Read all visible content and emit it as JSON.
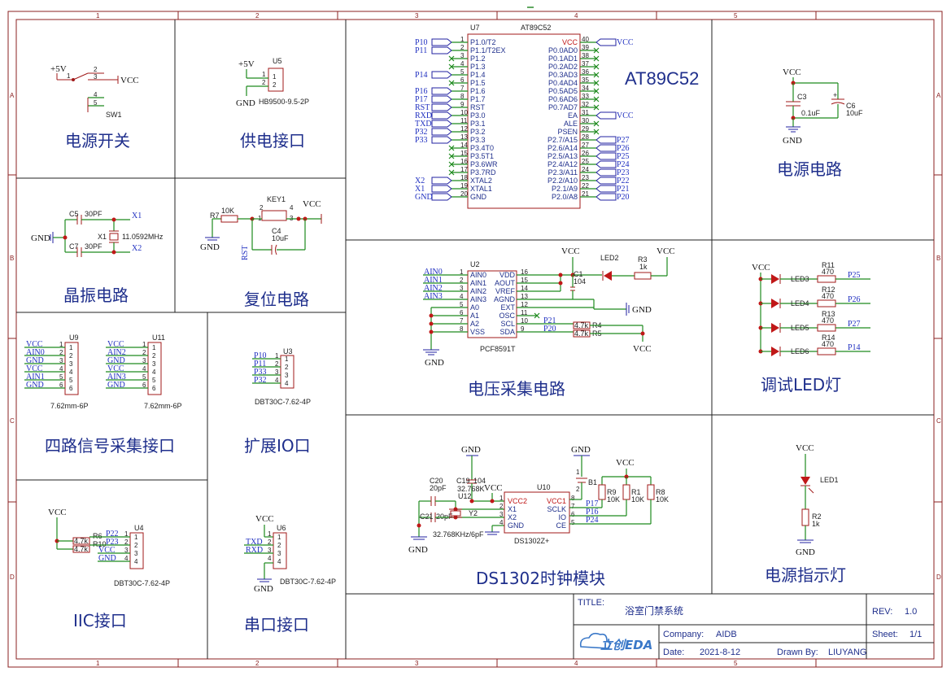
{
  "grid": {
    "cols": [
      "1",
      "2",
      "3",
      "4",
      "5"
    ],
    "rows": [
      "A",
      "B",
      "C",
      "D"
    ]
  },
  "sections": {
    "power_switch": "电源开关",
    "power_port": "供电接口",
    "mcu": "AT89C52",
    "power_circuit": "电源电路",
    "crystal": "晶振电路",
    "reset": "复位电路",
    "adc": "电压采集电路",
    "debug_led": "调试LED灯",
    "signal_port": "四路信号采集接口",
    "io_port": "扩展IO口",
    "iic": "IIC接口",
    "uart": "串口接口",
    "rtc": "DS1302时钟模块",
    "power_led": "电源指示灯"
  },
  "title_block": {
    "title_label": "TITLE:",
    "title": "浴室门禁系统",
    "rev_label": "REV:",
    "rev": "1.0",
    "company_label": "Company:",
    "company": "AIDB",
    "sheet_label": "Sheet:",
    "sheet": "1/1",
    "date_label": "Date:",
    "date": "2021-8-12",
    "drawn_label": "Drawn By:",
    "drawn": "LIUYANG",
    "logo": "立创EDA"
  },
  "u7": {
    "ref": "U7",
    "part": "AT89C52",
    "left_pins": [
      "P1.0/T2",
      "P1.1/T2EX",
      "P1.2",
      "P1.3",
      "P1.4",
      "P1.5",
      "P1.6",
      "P1.7",
      "RST",
      "P3.0",
      "P3.1",
      "P3.2",
      "P3.3",
      "P3.4T0",
      "P3.5T1",
      "P3.6WR",
      "P3.7RD",
      "XTAL2",
      "XTAL1",
      "GND"
    ],
    "left_nums": [
      "1",
      "2",
      "3",
      "4",
      "5",
      "6",
      "7",
      "8",
      "9",
      "10",
      "11",
      "12",
      "13",
      "14",
      "15",
      "16",
      "17",
      "18",
      "19",
      "20"
    ],
    "left_nets": [
      "P10",
      "P11",
      "",
      "",
      "P14",
      "",
      "P16",
      "P17",
      "RST",
      "RXD",
      "TXD",
      "P32",
      "P33",
      "",
      "",
      "",
      "",
      "X2",
      "X1",
      "GND"
    ],
    "right_pins": [
      "VCC",
      "P0.0AD0",
      "P0.1AD1",
      "P0.2AD2",
      "P0.3AD3",
      "P0.4AD4",
      "P0.5AD5",
      "P0.6AD6",
      "P0.7AD7",
      "EA",
      "ALE",
      "PSEN",
      "P2.7/A15",
      "P2.6/A14",
      "P2.5/A13",
      "P2.4/A12",
      "P2.3/A11",
      "P2.2/A10",
      "P2.1/A9",
      "P2.0/A8"
    ],
    "right_nums": [
      "40",
      "39",
      "38",
      "37",
      "36",
      "35",
      "34",
      "33",
      "32",
      "31",
      "30",
      "29",
      "28",
      "27",
      "26",
      "25",
      "24",
      "23",
      "22",
      "21"
    ],
    "right_nets": [
      "VCC",
      "",
      "",
      "",
      "",
      "",
      "",
      "",
      "",
      "VCC",
      "",
      "",
      "P27",
      "P26",
      "P25",
      "P24",
      "P23",
      "P22",
      "P21",
      "P20"
    ]
  },
  "sw1": {
    "ref": "SW1",
    "vcc": "VCC",
    "plus5v": "+5V",
    "pins": [
      "1",
      "2",
      "3",
      "4",
      "5"
    ]
  },
  "u5": {
    "ref": "U5",
    "part": "HB9500-9.5-2P",
    "plus5v": "+5V",
    "gnd": "GND",
    "pins": [
      "1",
      "2"
    ]
  },
  "power": {
    "vcc": "VCC",
    "gnd": "GND",
    "c3": "C3",
    "c3v": "0.1uF",
    "c6": "C6",
    "c6v": "10uF",
    "plus": "+"
  },
  "crystal": {
    "gnd": "GND",
    "c5": "C5",
    "c5v": "30PF",
    "c7": "C7",
    "c7v": "30PF",
    "x1": "X1",
    "x1v": "11.0592MHz",
    "net1": "X1",
    "net2": "X2"
  },
  "reset": {
    "r7": "R7",
    "r7v": "10K",
    "key": "KEY1",
    "vcc": "VCC",
    "gnd": "GND",
    "c4": "C4",
    "c4v": "10uF",
    "rst": "RST",
    "p1": "1",
    "p2": "2",
    "p3": "3",
    "p4": "4"
  },
  "u2": {
    "ref": "U2",
    "part": "PCF8591T",
    "left_nets": [
      "AIN0",
      "AIN1",
      "AIN2",
      "AIN3"
    ],
    "left_pins": [
      "AIN0",
      "AIN1",
      "AIN2",
      "AIN3",
      "A0",
      "A1",
      "A2",
      "VSS"
    ],
    "left_nums": [
      "1",
      "2",
      "3",
      "4",
      "5",
      "6",
      "7",
      "8"
    ],
    "right_pins": [
      "VDD",
      "AOUT",
      "VREF",
      "AGND",
      "EXT",
      "OSC",
      "SCL",
      "SDA"
    ],
    "right_nums": [
      "16",
      "15",
      "14",
      "13",
      "12",
      "11",
      "10",
      "9"
    ],
    "vcc": "VCC",
    "gnd": "GND",
    "c1": "C1",
    "c1v": "104",
    "led2": "LED2",
    "r3": "R3",
    "r3v": "1k",
    "r4": "R4",
    "r5": "R5",
    "r4v": "4.7k",
    "r5v": "4.7k",
    "p21": "P21",
    "p20": "P20"
  },
  "leds": {
    "vcc": "VCC",
    "items": [
      {
        "led": "LED3",
        "r": "R11",
        "v": "470",
        "net": "P25"
      },
      {
        "led": "LED4",
        "r": "R12",
        "v": "470",
        "net": "P26"
      },
      {
        "led": "LED5",
        "r": "R13",
        "v": "470",
        "net": "P27"
      },
      {
        "led": "LED6",
        "r": "R14",
        "v": "470",
        "net": "P14"
      }
    ]
  },
  "u9": {
    "ref": "U9",
    "part": "7.62mm-6P",
    "nets": [
      "VCC",
      "AIN0",
      "GND",
      "VCC",
      "AIN1",
      "GND"
    ],
    "nums": [
      "1",
      "2",
      "3",
      "4",
      "5",
      "6"
    ]
  },
  "u11": {
    "ref": "U11",
    "part": "7.62mm-6P",
    "nets": [
      "VCC",
      "AIN2",
      "GND",
      "VCC",
      "AIN3",
      "GND"
    ],
    "nums": [
      "1",
      "2",
      "3",
      "4",
      "5",
      "6"
    ]
  },
  "u3": {
    "ref": "U3",
    "part": "DBT30C-7.62-4P",
    "nets": [
      "P10",
      "P11",
      "P33",
      "P32"
    ],
    "nums": [
      "1",
      "2",
      "3",
      "4"
    ]
  },
  "u4": {
    "ref": "U4",
    "part": "DBT30C-7.62-4P",
    "vcc": "VCC",
    "r6": "R6",
    "r10": "R10",
    "rv": "4.7k",
    "r10v": "4.7k",
    "nets": [
      "P22",
      "P23",
      "VCC",
      "GND"
    ],
    "nums": [
      "1",
      "2",
      "3",
      "4"
    ]
  },
  "u6": {
    "ref": "U6",
    "part": "DBT30C-7.62-4P",
    "vcc": "VCC",
    "gnd": "GND",
    "nets": [
      "TXD",
      "RXD"
    ],
    "nums": [
      "1",
      "2",
      "3",
      "4"
    ]
  },
  "u10": {
    "ref": "U10",
    "part": "DS1302Z+",
    "left_pins": [
      "VCC2",
      "X1",
      "X2",
      "GND"
    ],
    "left_nums": [
      "1",
      "2",
      "3",
      "4"
    ],
    "right_pins": [
      "VCC1",
      "SCLK",
      "IO",
      "CE"
    ],
    "right_nums": [
      "8",
      "7",
      "6",
      "5"
    ],
    "gnd": "GND",
    "vcc": "VCC",
    "c20": "C20",
    "c20v": "20pF",
    "c21": "C21",
    "c21v": "20pF",
    "c19": "C19",
    "c19v": "104",
    "u12": "U12",
    "u12v": "32.768K",
    "y2": "Y2",
    "y2v": "32.768KHz/6pF",
    "b1": "B1",
    "r9": "R9",
    "r9v": "10K",
    "r1": "R1",
    "r1v": "10K",
    "r8": "R8",
    "r8v": "10K",
    "p17": "P17",
    "p16": "P16",
    "p24": "P24",
    "b1p1": "1",
    "b1p2": "2"
  },
  "led1": {
    "vcc": "VCC",
    "led": "LED1",
    "r": "R2",
    "rv": "1k",
    "gnd": "GND"
  }
}
